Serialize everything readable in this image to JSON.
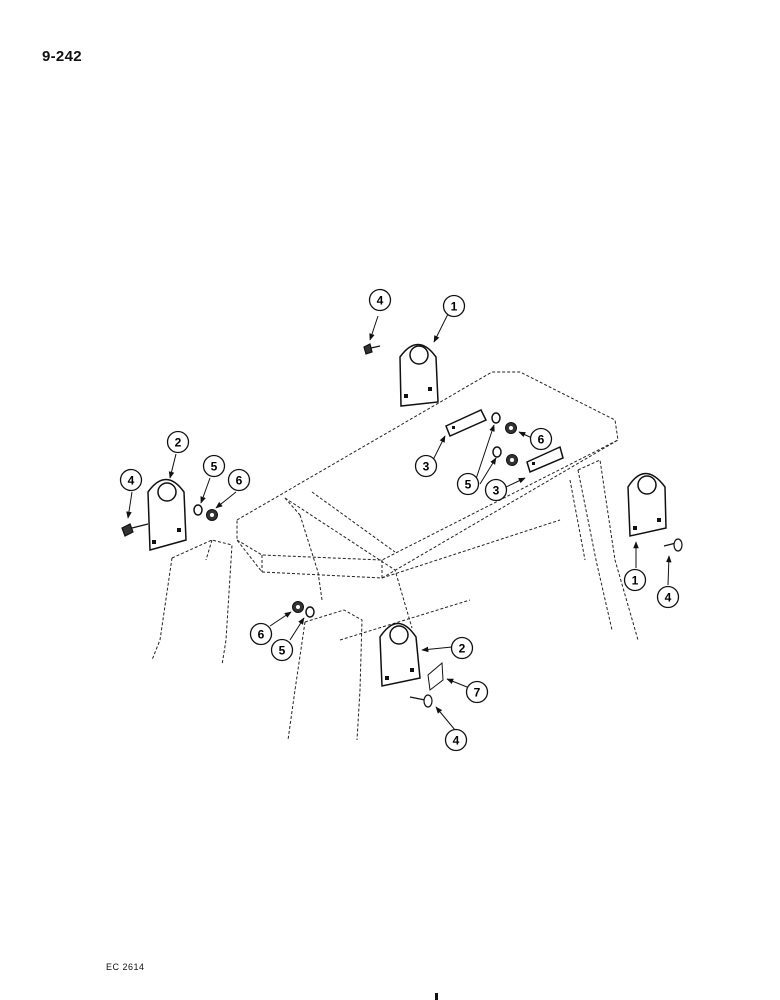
{
  "page": {
    "page_number": "9-242",
    "figure_code": "EC 2614"
  },
  "callouts": [
    {
      "id": "c1-top",
      "label": "1"
    },
    {
      "id": "c4-top",
      "label": "4"
    },
    {
      "id": "c2-left",
      "label": "2"
    },
    {
      "id": "c4-left",
      "label": "4"
    },
    {
      "id": "c5-left",
      "label": "5"
    },
    {
      "id": "c6-left",
      "label": "6"
    },
    {
      "id": "c6-center",
      "label": "6"
    },
    {
      "id": "c3-upper",
      "label": "3"
    },
    {
      "id": "c5-center",
      "label": "5"
    },
    {
      "id": "c3-lower",
      "label": "3"
    },
    {
      "id": "c1-right",
      "label": "1"
    },
    {
      "id": "c4-right",
      "label": "4"
    },
    {
      "id": "c6-bottom",
      "label": "6"
    },
    {
      "id": "c5-bottom",
      "label": "5"
    },
    {
      "id": "c2-bottom",
      "label": "2"
    },
    {
      "id": "c7-bottom",
      "label": "7"
    },
    {
      "id": "c4-bottom",
      "label": "4"
    }
  ]
}
